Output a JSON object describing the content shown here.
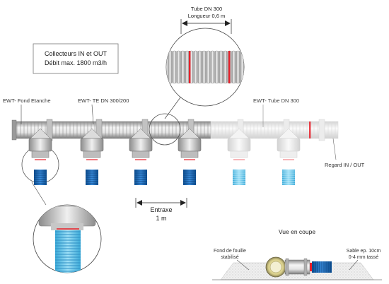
{
  "info_box": {
    "line1": "Collecteurs IN et OUT",
    "line2": "Débit max. 1800 m3/h"
  },
  "tube_dim": {
    "line1": "Tube DN 300",
    "line2": "Longueur 0,6 m"
  },
  "labels": {
    "fond_etanche": "EWT- Fond Etanche",
    "te": "EWT- TE DN 300/200",
    "tube": "EWT- Tube DN 300",
    "regard": "Regard IN / OUT"
  },
  "entraxe": {
    "line1": "Entraxe",
    "line2": "1 m"
  },
  "coupe": {
    "title": "Vue en coupe",
    "fond_line1": "Fond de fouille",
    "fond_line2": "stabilisé",
    "sable_line1": "Sable ep. 10cm",
    "sable_line2": "0-4 mm tassé"
  },
  "colors": {
    "accent_red": "#e8202a",
    "pipe_blue_dark": "#1e6fc0",
    "pipe_blue_light": "#62c3ea",
    "pipe_grey": "#b9b9b9",
    "ghost_grey": "#dcdcdc"
  }
}
